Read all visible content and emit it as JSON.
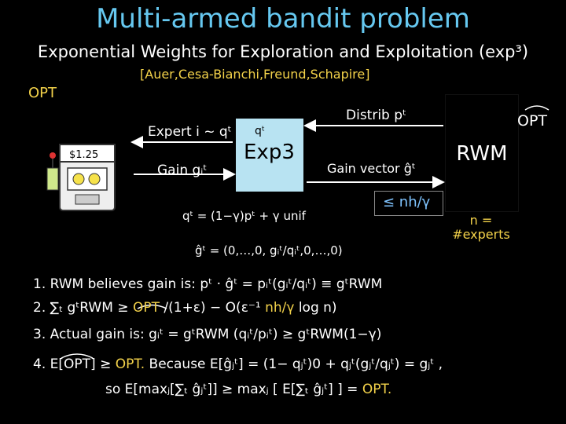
{
  "title": "Multi-armed bandit problem",
  "subtitle": "Exponential Weights for Exploration and Exploitation (exp³)",
  "citation": "[Auer,Cesa-Bianchi,Freund,Schapire]",
  "opt_left": "OPT",
  "bandit_price": "$1.25",
  "diagram": {
    "expert_label": "Expert i ~ qᵗ",
    "gain_label": "Gain gᵢᵗ",
    "exp3_q": "qᵗ",
    "exp3_name": "Exp3",
    "distrib_label": "Distrib pᵗ",
    "gain_vector_label": "Gain vector ĝᵗ",
    "rwm_name": "RWM",
    "opt_right": "OPT",
    "bound_label": "≤ nh/γ",
    "n_experts": "n = #experts",
    "q_update": "qᵗ = (1−γ)pᵗ + γ unif",
    "g_hat": "ĝᵗ = (0,…,0, gᵢᵗ/qᵢᵗ,0,…,0)"
  },
  "lines": {
    "l1": "1. RWM believes gain is: pᵗ · ĝᵗ = pᵢᵗ(gᵢᵗ/qᵢᵗ) ≡ gᵗRWM",
    "l2a": "2. ∑ₜ gᵗRWM ≥ ",
    "l2b": "OPT",
    "l2c": " /(1+ε) − O(ε⁻¹ ",
    "l2d": "nh/γ",
    "l2e": " log n)",
    "l3": "3. Actual gain is: gᵢᵗ = gᵗRWM (qᵢᵗ/pᵢᵗ) ≥ gᵗRWM(1−γ)",
    "l4a": "4. E[",
    "l4b": "OPT",
    "l4c": "] ≥ ",
    "l4d": "OPT.",
    "l4e": "  Because E[ĝⱼᵗ] = (1− qⱼᵗ)0 + qⱼᵗ(gⱼᵗ/qⱼᵗ) = gⱼᵗ ,",
    "l5a": "so E[maxⱼ[∑ₜ ĝⱼᵗ]] ≥ maxⱼ [ E[∑ₜ ĝⱼᵗ] ] = ",
    "l5b": "OPT."
  },
  "colors": {
    "title": "#66c8f0",
    "accent_yellow": "#f3d24a",
    "accent_blue": "#7fc4ff",
    "exp3_box": "#b8e3f2"
  }
}
